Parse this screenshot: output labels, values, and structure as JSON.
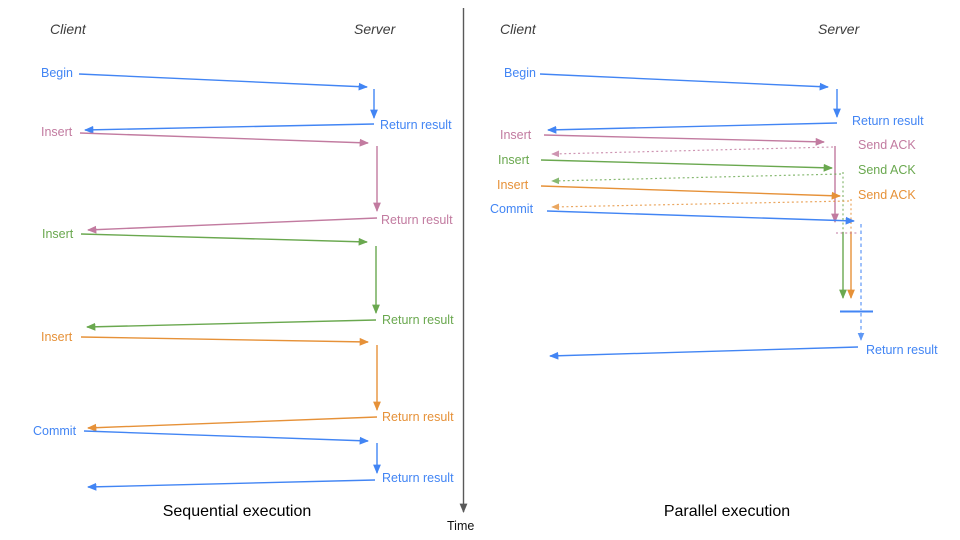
{
  "colors": {
    "blue": "#4285f4",
    "pink": "#c27ba0",
    "green": "#6aa84f",
    "orange": "#e69138",
    "axis_gray": "#595959",
    "header_gray": "#3d3d3d"
  },
  "time_axis": {
    "label": "Time"
  },
  "sequential": {
    "title": "Sequential execution",
    "client_header": "Client",
    "server_header": "Server",
    "steps": [
      {
        "label": "Begin",
        "color": "blue",
        "response": "Return result"
      },
      {
        "label": "Insert",
        "color": "pink",
        "response": "Return result"
      },
      {
        "label": "Insert",
        "color": "green",
        "response": "Return result"
      },
      {
        "label": "Insert",
        "color": "orange",
        "response": "Return result"
      },
      {
        "label": "Commit",
        "color": "blue",
        "response": "Return result"
      }
    ]
  },
  "parallel": {
    "title": "Parallel execution",
    "client_header": "Client",
    "server_header": "Server",
    "steps": [
      {
        "label": "Begin",
        "color": "blue",
        "response": "Return result"
      },
      {
        "label": "Insert",
        "color": "pink",
        "response": "Send ACK"
      },
      {
        "label": "Insert",
        "color": "green",
        "response": "Send ACK"
      },
      {
        "label": "Insert",
        "color": "orange",
        "response": "Send ACK"
      },
      {
        "label": "Commit",
        "color": "blue",
        "response": "Return result"
      }
    ]
  }
}
